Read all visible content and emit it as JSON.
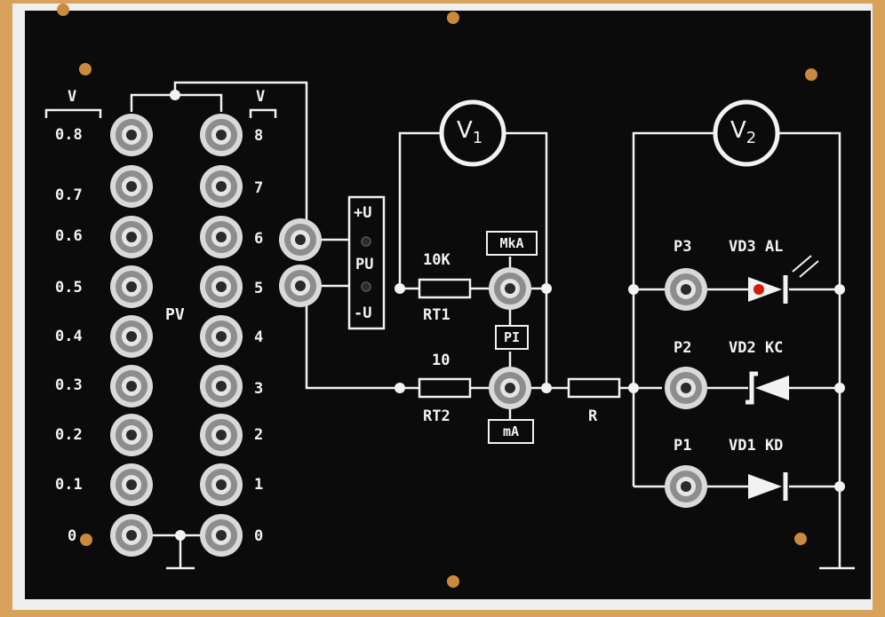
{
  "board": {
    "colors": {
      "wood": "#d8a25a",
      "panel": "#0b0b0b",
      "ink": "#f2f2f2",
      "terminal": "#c9c9c9",
      "led": "#d41a10"
    },
    "pv_left": {
      "unit": "V",
      "levels": [
        "0.8",
        "0.7",
        "0.6",
        "0.5",
        "0.4",
        "0.3",
        "0.2",
        "0.1",
        "0"
      ]
    },
    "pv_right": {
      "unit": "V",
      "levels": [
        "8",
        "7",
        "6",
        "5",
        "4",
        "3",
        "2",
        "1",
        "0"
      ]
    },
    "pv_label": "PV",
    "power": {
      "plus": "+U",
      "name": "PU",
      "minus": "-U"
    },
    "meter_v1": {
      "symbol": "V",
      "index": "1"
    },
    "meter_v2": {
      "symbol": "V",
      "index": "2"
    },
    "rt1": {
      "value": "10K",
      "name": "RT1"
    },
    "rt2": {
      "value": "10",
      "name": "RT2"
    },
    "meters": {
      "mka": "MkA",
      "pi": "PI",
      "ma": "mA"
    },
    "resistor_r": "R",
    "diodes": [
      {
        "port": "P3",
        "name": "VD3 AL",
        "type": "led"
      },
      {
        "port": "P2",
        "name": "VD2 KC",
        "type": "zener"
      },
      {
        "port": "P1",
        "name": "VD1 KD",
        "type": "diode"
      }
    ]
  }
}
